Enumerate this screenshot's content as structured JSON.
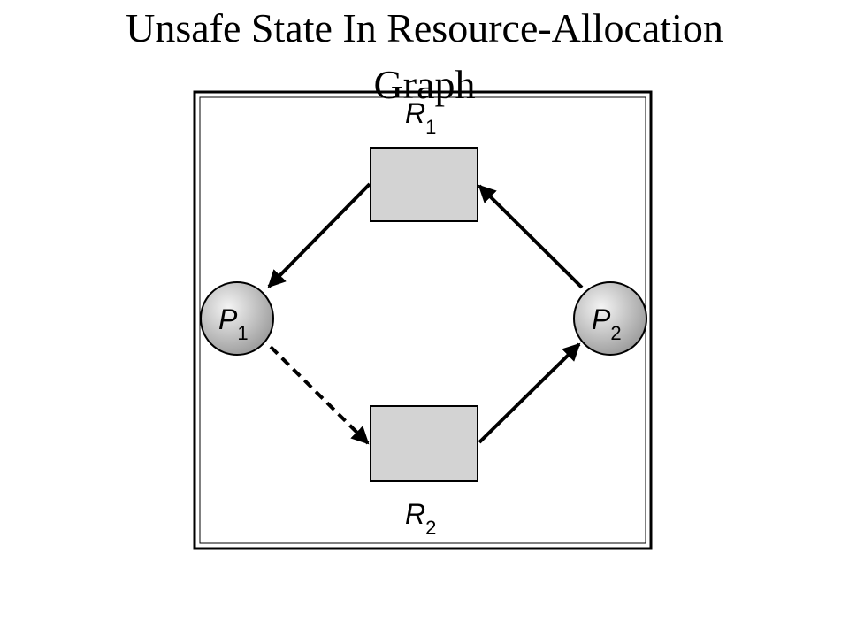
{
  "slide": {
    "title_line1": "Unsafe State In Resource-Allocation",
    "title_line2": "Graph"
  },
  "graph": {
    "processes": [
      {
        "id": "P1",
        "letter": "P",
        "subscript": "1"
      },
      {
        "id": "P2",
        "letter": "P",
        "subscript": "2"
      }
    ],
    "resources": [
      {
        "id": "R1",
        "letter": "R",
        "subscript": "1"
      },
      {
        "id": "R2",
        "letter": "R",
        "subscript": "2"
      }
    ],
    "edges": [
      {
        "from": "R1",
        "to": "P1",
        "kind": "assignment",
        "style": "solid"
      },
      {
        "from": "P2",
        "to": "R1",
        "kind": "request",
        "style": "solid"
      },
      {
        "from": "R2",
        "to": "P2",
        "kind": "assignment",
        "style": "solid"
      },
      {
        "from": "P1",
        "to": "R2",
        "kind": "claim",
        "style": "dashed"
      }
    ]
  },
  "colors": {
    "resource_fill": "#d3d3d3",
    "process_fill_light": "#f4f4f4",
    "process_fill_dark": "#9a9a9a",
    "stroke": "#000000"
  }
}
